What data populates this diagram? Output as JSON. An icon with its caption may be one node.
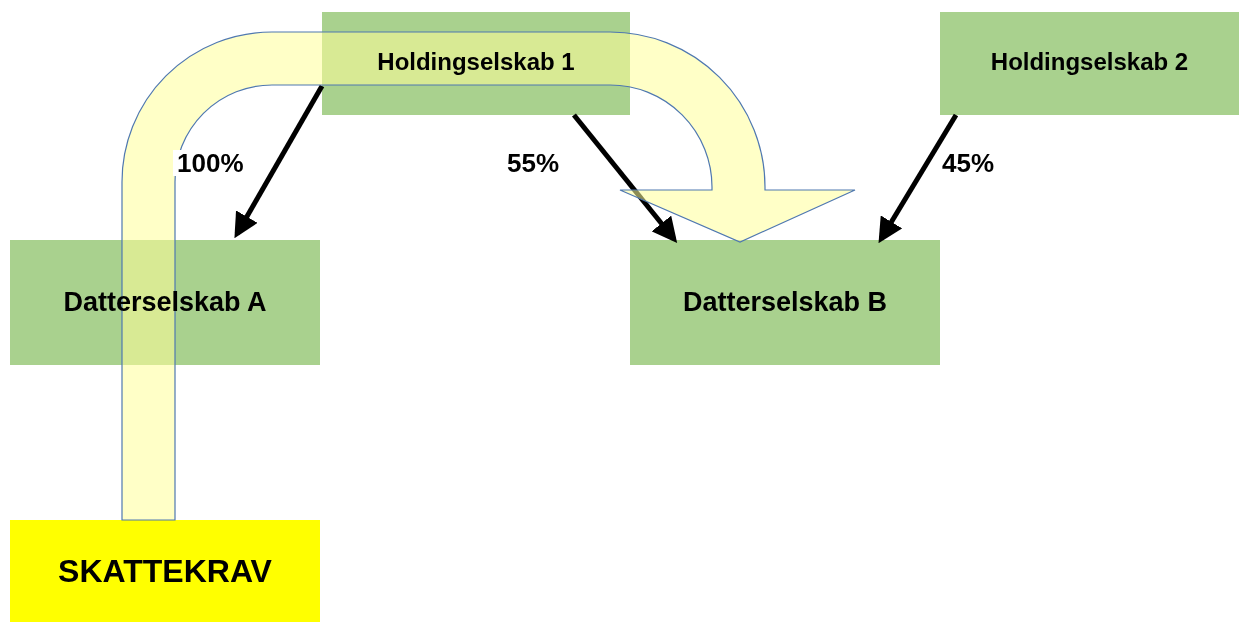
{
  "diagram": {
    "nodes": [
      {
        "text": [
          "Holdingselskab 1"
        ]
      },
      {
        "text": [
          "Holdingselskab 2"
        ]
      },
      {
        "text": [
          "Datterselskab A"
        ]
      },
      {
        "text": [
          "Datterselskab B"
        ]
      },
      {
        "text": [
          "SKATTEKRAV"
        ]
      }
    ],
    "edges": [
      {
        "from": 0,
        "to": 2,
        "arrow": "to",
        "label": "100%"
      },
      {
        "from": 0,
        "to": 3,
        "arrow": "to",
        "label": "55%"
      },
      {
        "from": 1,
        "to": 3,
        "arrow": "to",
        "label": "45%"
      },
      {
        "from": 4,
        "to": 3,
        "arrow": "to",
        "style": "thick",
        "color": "#ffff99"
      }
    ]
  }
}
